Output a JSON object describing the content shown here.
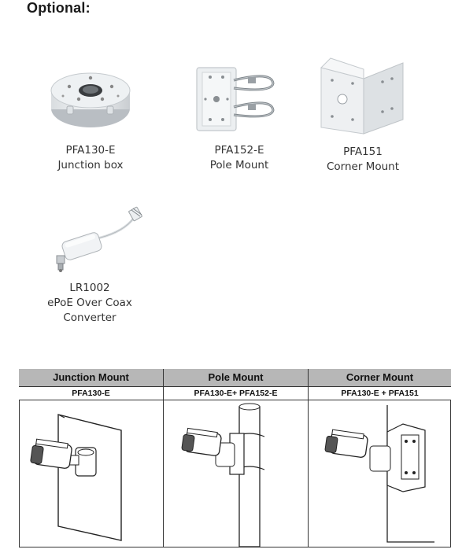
{
  "heading": "Optional:",
  "accessories": [
    {
      "model": "PFA130-E",
      "description": [
        "Junction box"
      ],
      "icon": "junction-box-icon"
    },
    {
      "model": "PFA152-E",
      "description": [
        "Pole Mount"
      ],
      "icon": "pole-mount-icon"
    },
    {
      "model": "PFA151",
      "description": [
        "Corner Mount"
      ],
      "icon": "corner-mount-icon"
    },
    {
      "model": "LR1002",
      "description": [
        "ePoE Over Coax",
        "Converter"
      ],
      "icon": "epoe-converter-icon"
    }
  ],
  "mount_table": {
    "columns": [
      {
        "header": "Junction Mount",
        "model": "PFA130-E",
        "illustration": "junction-mount-illustration"
      },
      {
        "header": "Pole Mount",
        "model": "PFA130-E+ PFA152-E",
        "illustration": "pole-mount-illustration"
      },
      {
        "header": "Corner Mount",
        "model": "PFA130-E + PFA151",
        "illustration": "corner-mount-illustration"
      }
    ]
  }
}
